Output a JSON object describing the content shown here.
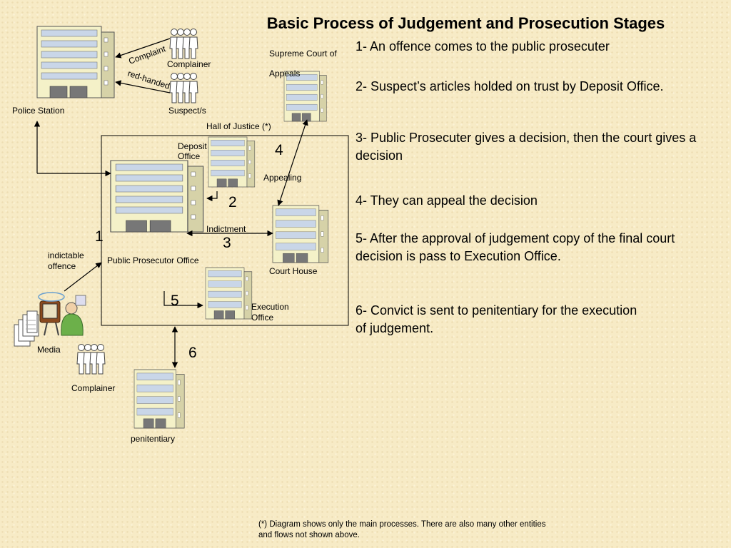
{
  "title": "Basic Process of Judgement and Prosecution Stages",
  "steps": [
    "1- An offence comes to the public prosecuter",
    "2- Suspect’s articles holded on trust by Deposit Office.",
    "3- Public Prosecuter gives a decision, then the court gives a decision",
    "4- They can appeal the decision",
    "5- After the approval of judgement copy of the final court decision is pass to Execution Office.",
    "6-  Convict is sent to penitentiary for the execution of judgement."
  ],
  "labels": {
    "police_station": "Police Station",
    "complainer_top": "Complainer",
    "suspects": "Suspect/s",
    "complaint_edge": "Complaint",
    "red_handed_edge": "red-handed",
    "supreme_court_line1": "Supreme Court of",
    "supreme_court_line2": "Appeals",
    "hall_of_justice": "Hall  of Justice (*)",
    "deposit_office_line1": "Deposit",
    "deposit_office_line2": "Office",
    "appealing": "Appealing",
    "indictment": "Indictment",
    "public_prosecutor_office": "Public Prosecutor Office",
    "court_house": "Court House",
    "indictable_offence_line1": "indictable",
    "indictable_offence_line2": "offence",
    "execution_office_line1": "Execution",
    "execution_office_line2": "Office",
    "media": "Media",
    "complainer_bottom": "Complainer",
    "penitentiary": "penitentiary"
  },
  "numbers": {
    "n1": "1",
    "n2": "2",
    "n3": "3",
    "n4": "4",
    "n5": "5",
    "n6": "6"
  },
  "footnote": "(*) Diagram shows only the main processes. There are also many other entities and flows not shown above."
}
